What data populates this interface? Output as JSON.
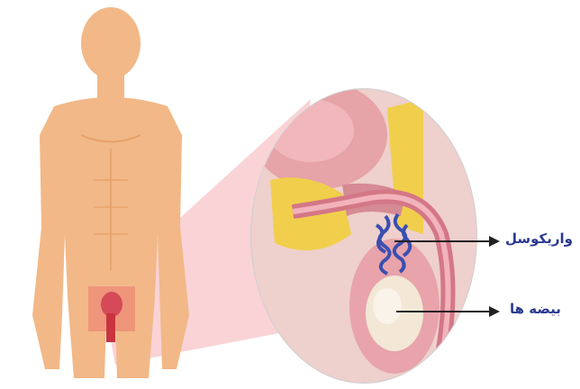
{
  "diagram": {
    "labels": {
      "varicocele": "واریکوسل",
      "testes": "بیضه ها"
    },
    "colors": {
      "skin": "#f2b887",
      "skin_shade": "#e6a06a",
      "callout_pink": "#f7c4c8",
      "label_text": "#2b3a8f",
      "arrow": "#222222",
      "varicose_veins": "#3a4fb0",
      "tissue_pink": "#e89aa6",
      "fat_yellow": "#f1cf4c",
      "testis_cream": "#f3e7d6"
    },
    "icons": {
      "arrow": "right-arrow",
      "zoom_highlight": "pelvis-highlight"
    }
  }
}
